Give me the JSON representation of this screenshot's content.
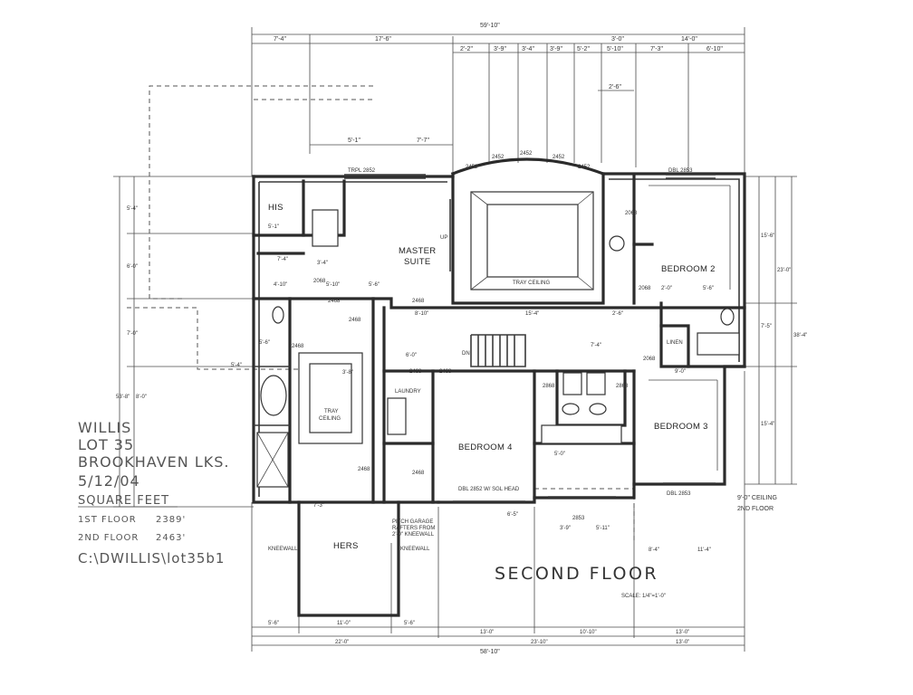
{
  "plan": {
    "title": "SECOND FLOOR",
    "scale": "SCALE: 1/4\"=1'-0\"",
    "ceiling_note": [
      "9'-0\" CEILING",
      "2ND FLOOR"
    ],
    "rafter_note": [
      "PITCH GARAGE",
      "RAFTERS FROM",
      "2'-0\" KNEEWALL"
    ]
  },
  "title_block": {
    "lines": [
      "WILLIS",
      "LOT 35",
      "BROOKHAVEN LKS.",
      "5/12/04"
    ],
    "square_feet": "SQUARE FEET",
    "floor1_label": "1ST FLOOR",
    "floor1_value": "2389'",
    "floor2_label": "2ND FLOOR",
    "floor2_value": "2463'",
    "file_path": "C:\\DWILLIS\\lot35b1"
  },
  "rooms": {
    "master": [
      "MASTER",
      "SUITE"
    ],
    "his": "HIS",
    "hers": "HERS",
    "bedroom2": "BEDROOM 2",
    "bedroom3": "BEDROOM 3",
    "bedroom4": "BEDROOM 4",
    "laundry": "LAUNDRY",
    "tray_ceiling_master": "TRAY CEILING",
    "tray_ceiling_bath": [
      "TRAY",
      "CEILING"
    ],
    "kneewall_left": "KNEEWALL",
    "kneewall_right": "KNEEWALL",
    "linen": "LINEN",
    "up": "UP",
    "dn": "DN"
  },
  "dimensions": {
    "overall_top": "59'-10\"",
    "overall_bottom": "58'-10\"",
    "top_row1": [
      "7'-4\"",
      "17'-6\"",
      "3'-0\"",
      "14'-0\""
    ],
    "top_row2": [
      "2'-2\"",
      "3'-9\"",
      "3'-4\"",
      "3'-9\"",
      "5'-2\"",
      "5'-10\"",
      "7'-3\"",
      "6'-10\""
    ],
    "top_misc": [
      "2'-6\"",
      "5'-1\"",
      "7'-7\""
    ],
    "bottom_row1": [
      "5'-6\"",
      "11'-0\"",
      "5'-6\"",
      "13'-0\"",
      "10'-10\"",
      "13'-0\""
    ],
    "bottom_row2": [
      "22'-0\"",
      "23'-10\"",
      "13'-0\""
    ],
    "left": [
      "5'-4\"",
      "6'-0\"",
      "7'-0\"",
      "8'-0\"",
      "53'-8\"",
      "5'-4\""
    ],
    "right": [
      "15'-6\"",
      "23'-0\"",
      "38'-4\"",
      "7'-5\"",
      "15'-4\""
    ],
    "interior": [
      "5'-1\"",
      "7'-4\"",
      "3'-4\"",
      "4'-10\"",
      "5'-10\"",
      "5'-6\"",
      "8'-10\"",
      "15'-4\"",
      "2'-6\"",
      "6'-0\"",
      "7'-4\"",
      "2'-0\"",
      "5'-6\"",
      "3'-9\"",
      "5'-11\"",
      "9'-0\"",
      "5'-0\"",
      "8'-4\"",
      "6'-5\"",
      "7'-3\"",
      "5'-6\"",
      "3'-8\"",
      "11'-4\""
    ],
    "windows": [
      "TRPL 2852",
      "DBL 2853",
      "DBL 2853",
      "DBL 2852 W/ SGL HEAD",
      "2853",
      "2452",
      "2452",
      "2452",
      "2452",
      "2452"
    ],
    "doors": [
      "2468",
      "2468",
      "2468",
      "2468",
      "2068",
      "2068",
      "2468",
      "2468",
      "2868",
      "2868",
      "2468",
      "2468",
      "2068",
      "2068"
    ]
  }
}
